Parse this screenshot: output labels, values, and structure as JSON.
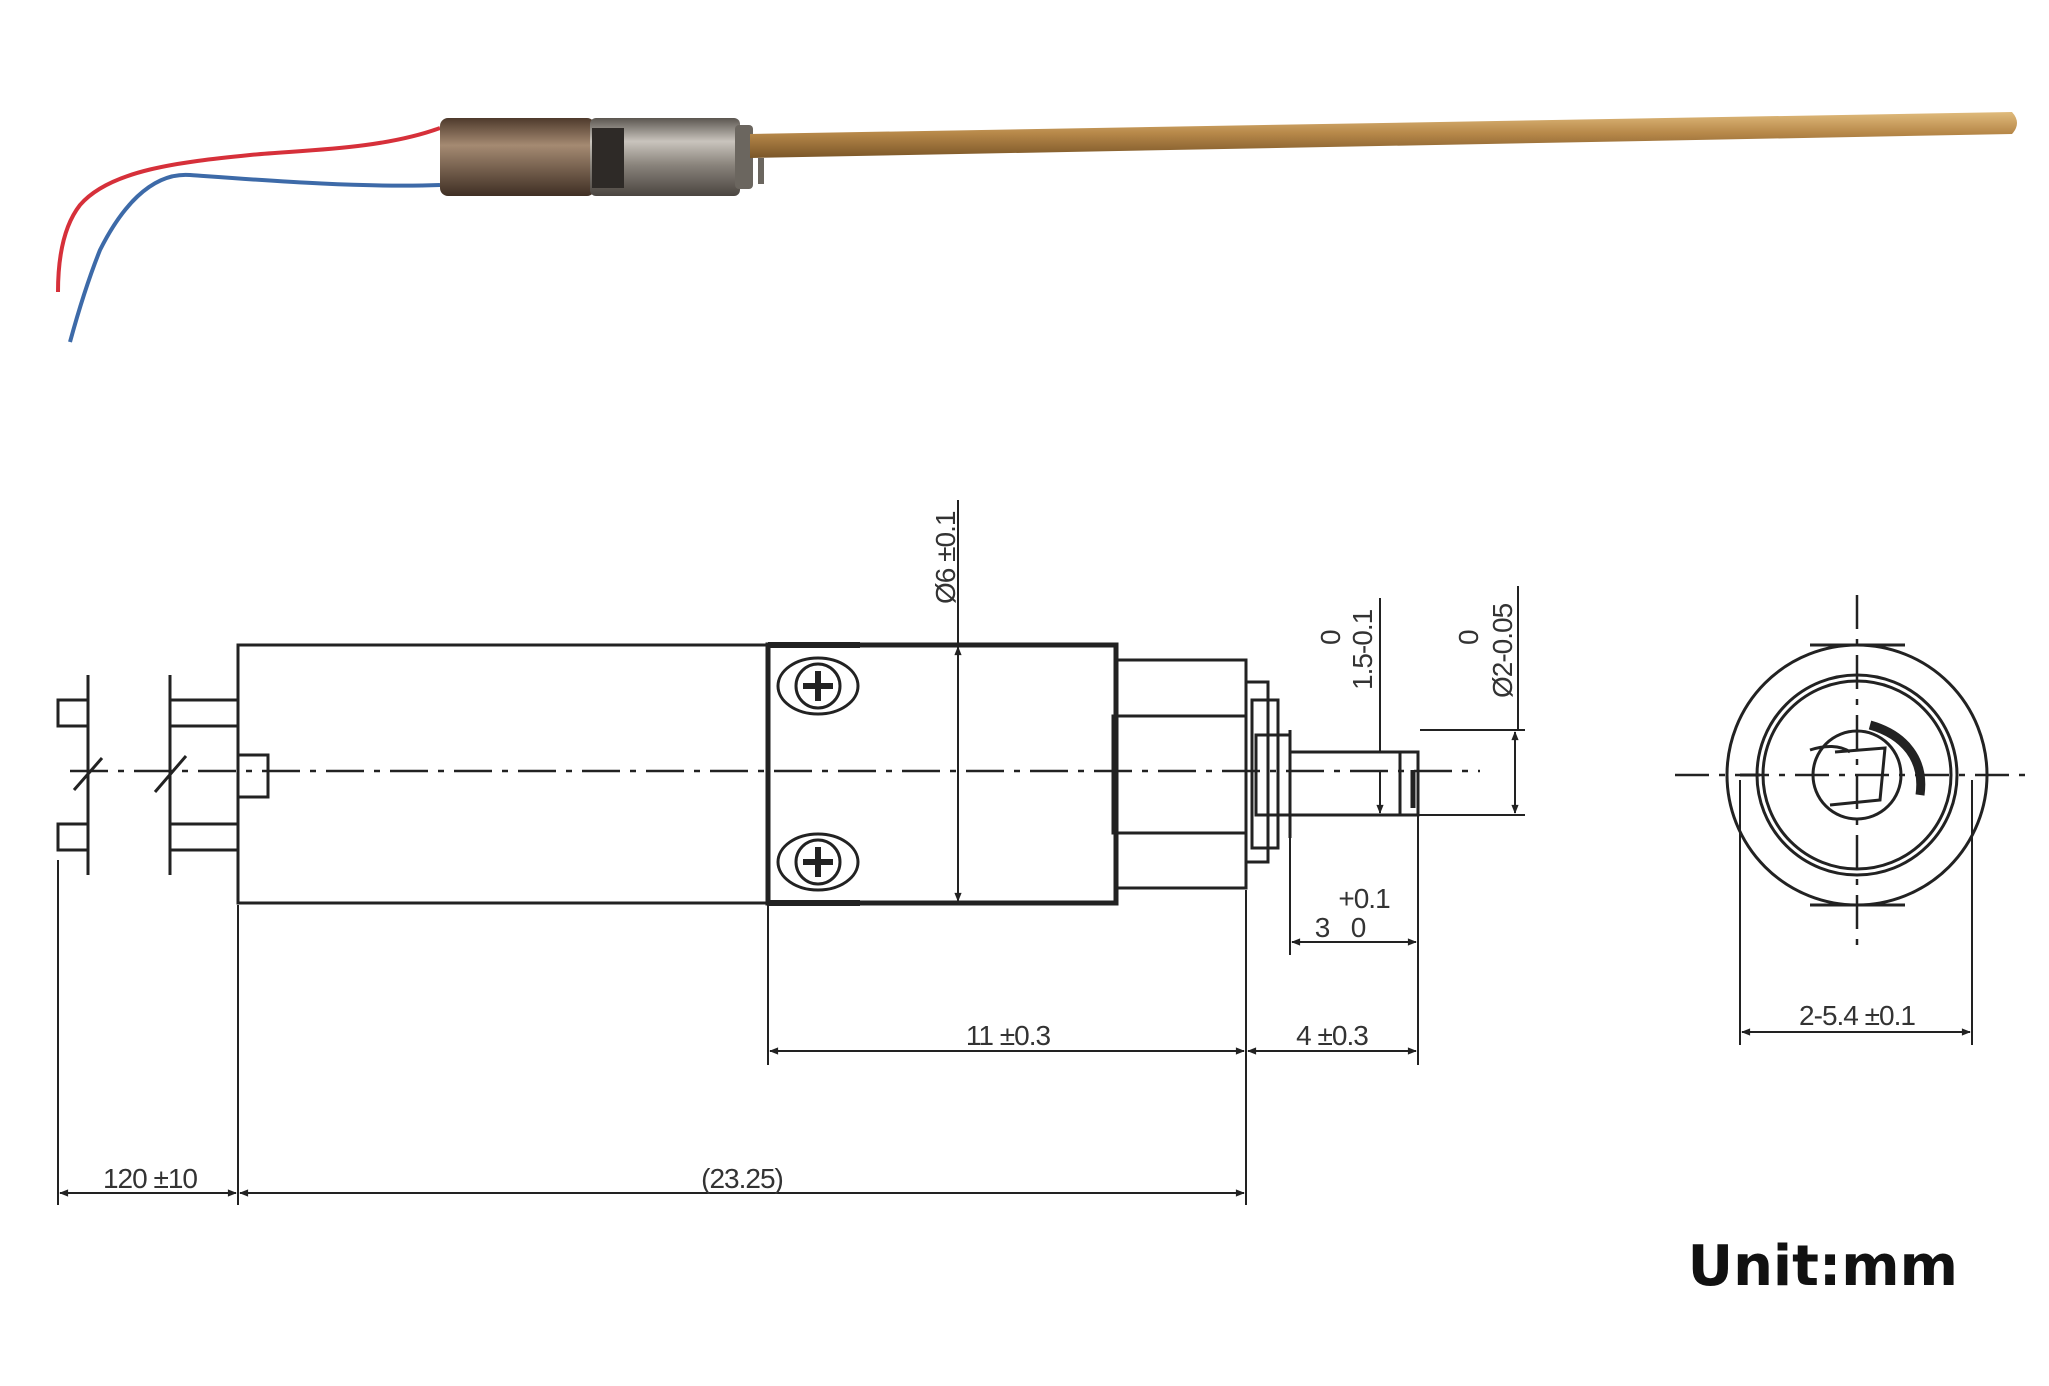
{
  "unit_label": "Unit:mm",
  "dimensions": {
    "lead_length": "120 ±10",
    "body_length": "(23.25)",
    "gearbox_length": "11 ±0.3",
    "shaft_length": "4 ±0.3",
    "flat_length": "3",
    "flat_length_tol_upper": "+0.1",
    "flat_length_tol_lower": "0",
    "body_diameter": "Ø6 ±0.1",
    "flat_depth": "1.5-0.1",
    "flat_depth_tol_upper": "0",
    "shaft_diameter": "Ø2-0.05",
    "shaft_diameter_tol_upper": "0",
    "mounting_holes": "2-5.4 ±0.1"
  },
  "colors": {
    "wire_red": "#d6303a",
    "wire_blue": "#3d6aa8",
    "brass": "#b8894a",
    "motor_steel": "#7d7872",
    "line": "#222222"
  }
}
